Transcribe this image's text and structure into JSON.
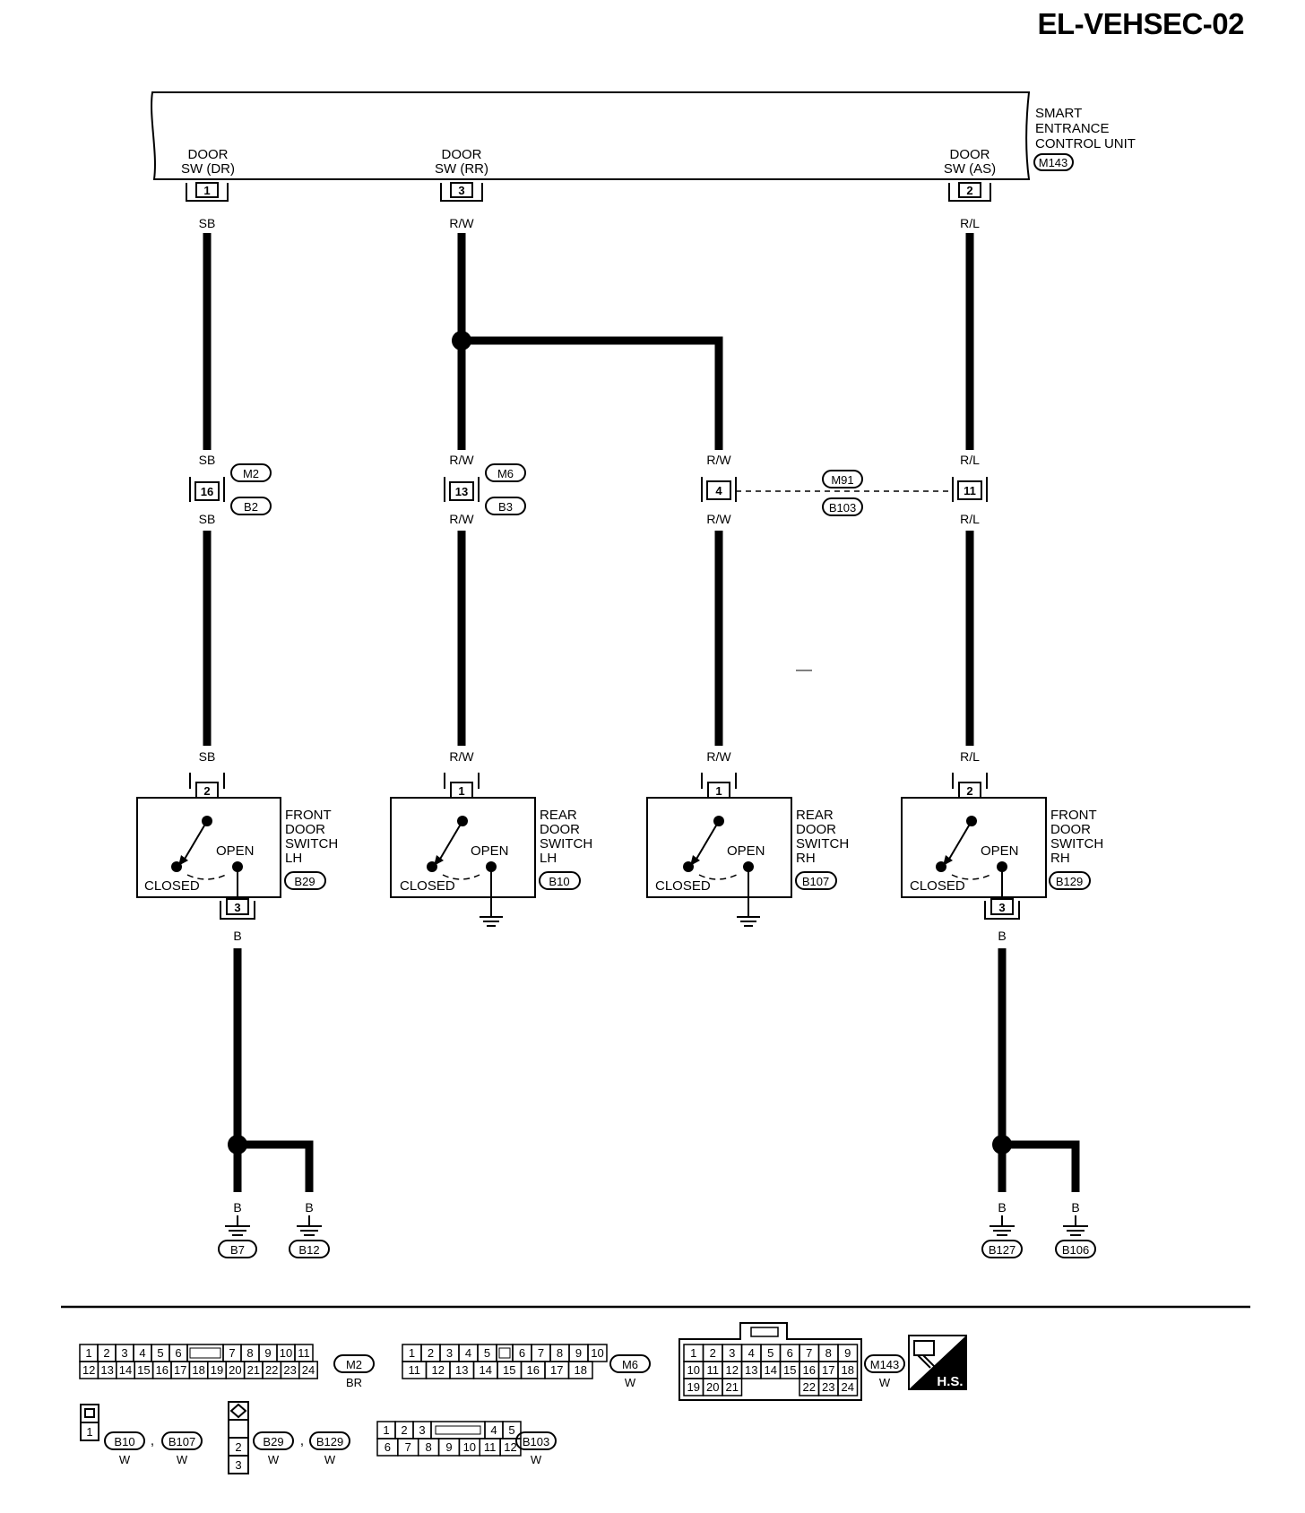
{
  "title": "EL-VEHSEC-02",
  "unit": {
    "name_lines": [
      "SMART",
      "ENTRANCE",
      "CONTROL UNIT"
    ],
    "connector": "M143",
    "terminals": [
      {
        "label_lines": [
          "DOOR",
          "SW (DR)"
        ],
        "pin": "1",
        "wire": "SB"
      },
      {
        "label_lines": [
          "DOOR",
          "SW (RR)"
        ],
        "pin": "3",
        "wire": "R/W"
      },
      {
        "label_lines": [
          "DOOR",
          "SW (AS)"
        ],
        "pin": "2",
        "wire": "R/L"
      }
    ]
  },
  "joints": [
    {
      "pin": "16",
      "wire": "SB",
      "upper_tag": "M2",
      "lower_tag": "B2"
    },
    {
      "pin": "13",
      "wire": "R/W",
      "upper_tag": "M6",
      "lower_tag": "B3"
    },
    {
      "pin": "4",
      "wire": "R/W"
    },
    {
      "pin": "11",
      "wire": "R/L"
    }
  ],
  "dashed_link_tags": [
    "M91",
    "B103"
  ],
  "switches": [
    {
      "name_lines": [
        "FRONT",
        "DOOR",
        "SWITCH",
        "LH"
      ],
      "connector": "B29",
      "in_pin": "2",
      "out_pin": "3",
      "wire_in": "SB",
      "state_open": "OPEN",
      "state_closed": "CLOSED"
    },
    {
      "name_lines": [
        "REAR",
        "DOOR",
        "SWITCH",
        "LH"
      ],
      "connector": "B10",
      "in_pin": "1",
      "wire_in": "R/W",
      "state_open": "OPEN",
      "state_closed": "CLOSED"
    },
    {
      "name_lines": [
        "REAR",
        "DOOR",
        "SWITCH",
        "RH"
      ],
      "connector": "B107",
      "in_pin": "1",
      "wire_in": "R/W",
      "state_open": "OPEN",
      "state_closed": "CLOSED"
    },
    {
      "name_lines": [
        "FRONT",
        "DOOR",
        "SWITCH",
        "RH"
      ],
      "connector": "B129",
      "in_pin": "2",
      "out_pin": "3",
      "wire_in": "R/L",
      "state_open": "OPEN",
      "state_closed": "CLOSED"
    }
  ],
  "grounds": [
    {
      "wire": "B",
      "tag": "B7"
    },
    {
      "wire": "B",
      "tag": "B12"
    },
    {
      "wire": "B",
      "tag": "B127"
    },
    {
      "wire": "B",
      "tag": "B106"
    }
  ],
  "ground_wire": "B",
  "connector_views": {
    "m2": {
      "tag": "M2",
      "color": "BR",
      "row1": [
        "1",
        "2",
        "3",
        "4",
        "5",
        "6",
        "",
        "7",
        "8",
        "9",
        "10",
        "11"
      ],
      "row2": [
        "12",
        "13",
        "14",
        "15",
        "16",
        "17",
        "18",
        "19",
        "20",
        "21",
        "22",
        "23",
        "24"
      ]
    },
    "m6": {
      "tag": "M6",
      "color": "W",
      "row1": [
        "1",
        "2",
        "3",
        "4",
        "5",
        "",
        "6",
        "7",
        "8",
        "9",
        "10"
      ],
      "row2": [
        "11",
        "12",
        "13",
        "14",
        "15",
        "16",
        "17",
        "18"
      ]
    },
    "m143": {
      "tag": "M143",
      "color": "W",
      "row1": [
        "1",
        "2",
        "3",
        "4",
        "5",
        "6",
        "7",
        "8",
        "9"
      ],
      "row2": [
        "10",
        "11",
        "12",
        "13",
        "14",
        "15",
        "16",
        "17",
        "18"
      ],
      "row3": [
        "19",
        "20",
        "21",
        "22",
        "23",
        "24"
      ]
    },
    "b10": {
      "tags": [
        "B10",
        "B107"
      ],
      "color": "W",
      "pins": [
        "1"
      ],
      "separator": ","
    },
    "b29": {
      "tags": [
        "B29",
        "B129"
      ],
      "color": "W",
      "pins": [
        "2",
        "3"
      ],
      "separator": ","
    },
    "b103": {
      "tag": "B103",
      "color": "W",
      "row1": [
        "1",
        "2",
        "3",
        "4",
        "5"
      ],
      "row2": [
        "6",
        "7",
        "8",
        "9",
        "10",
        "11",
        "12"
      ]
    },
    "hs_label": "H.S."
  }
}
